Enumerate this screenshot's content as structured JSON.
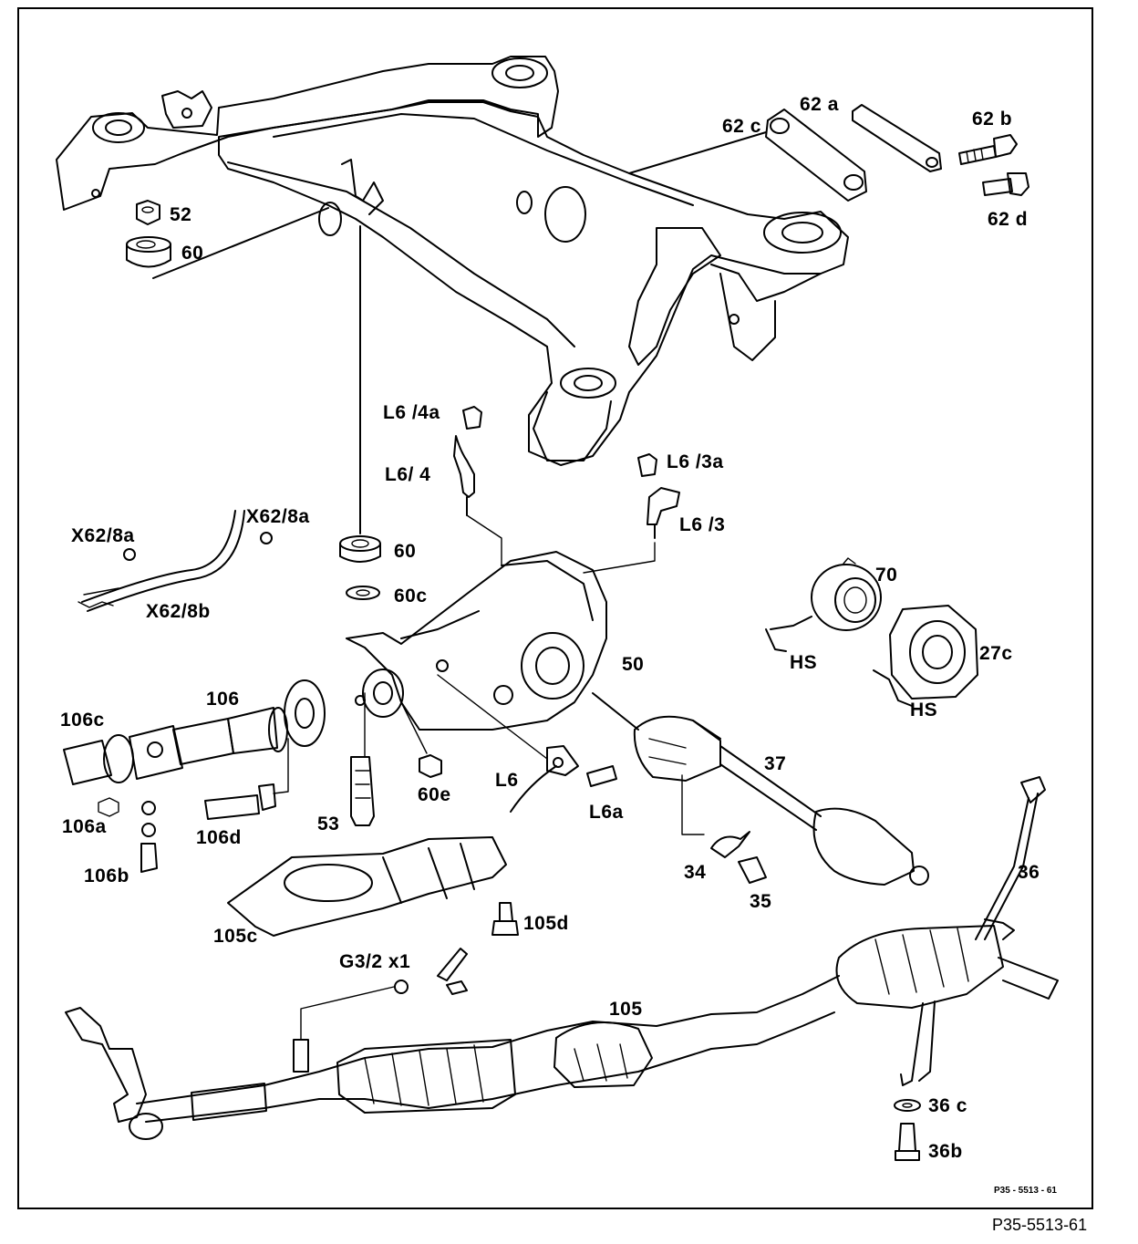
{
  "labels": {
    "l62c": "62 c",
    "l62a": "62 a",
    "l62b": "62 b",
    "l62d": "62 d",
    "l52": "52",
    "l60top": "60",
    "l_L6_4a": "L6 /4a",
    "l_L6_4": "L6/ 4",
    "l_L6_3a": "L6 /3a",
    "l_L6_3": "L6 /3",
    "l_X62_8a_left": "X62/8a",
    "l_X62_8a_right": "X62/8a",
    "l_X62_8b": "X62/8b",
    "l60mid": "60",
    "l60c": "60c",
    "l70": "70",
    "l_HS_1": "HS",
    "l_HS_2": "HS",
    "l27c": "27c",
    "l50": "50",
    "l106": "106",
    "l106c": "106c",
    "l106a": "106a",
    "l106d": "106d",
    "l106b": "106b",
    "l53": "53",
    "l60e": "60e",
    "l_L6": "L6",
    "l_L6a": "L6a",
    "l37": "37",
    "l34": "34",
    "l35": "35",
    "l36": "36",
    "l105c": "105c",
    "l105d": "105d",
    "l_G3_2x1": "G3/2 x1",
    "l105": "105",
    "l36c": "36 c",
    "l36b": "36b"
  },
  "figure_code_inner": "P35 - 5513 - 61",
  "figure_code_outer": "P35-5513-61"
}
